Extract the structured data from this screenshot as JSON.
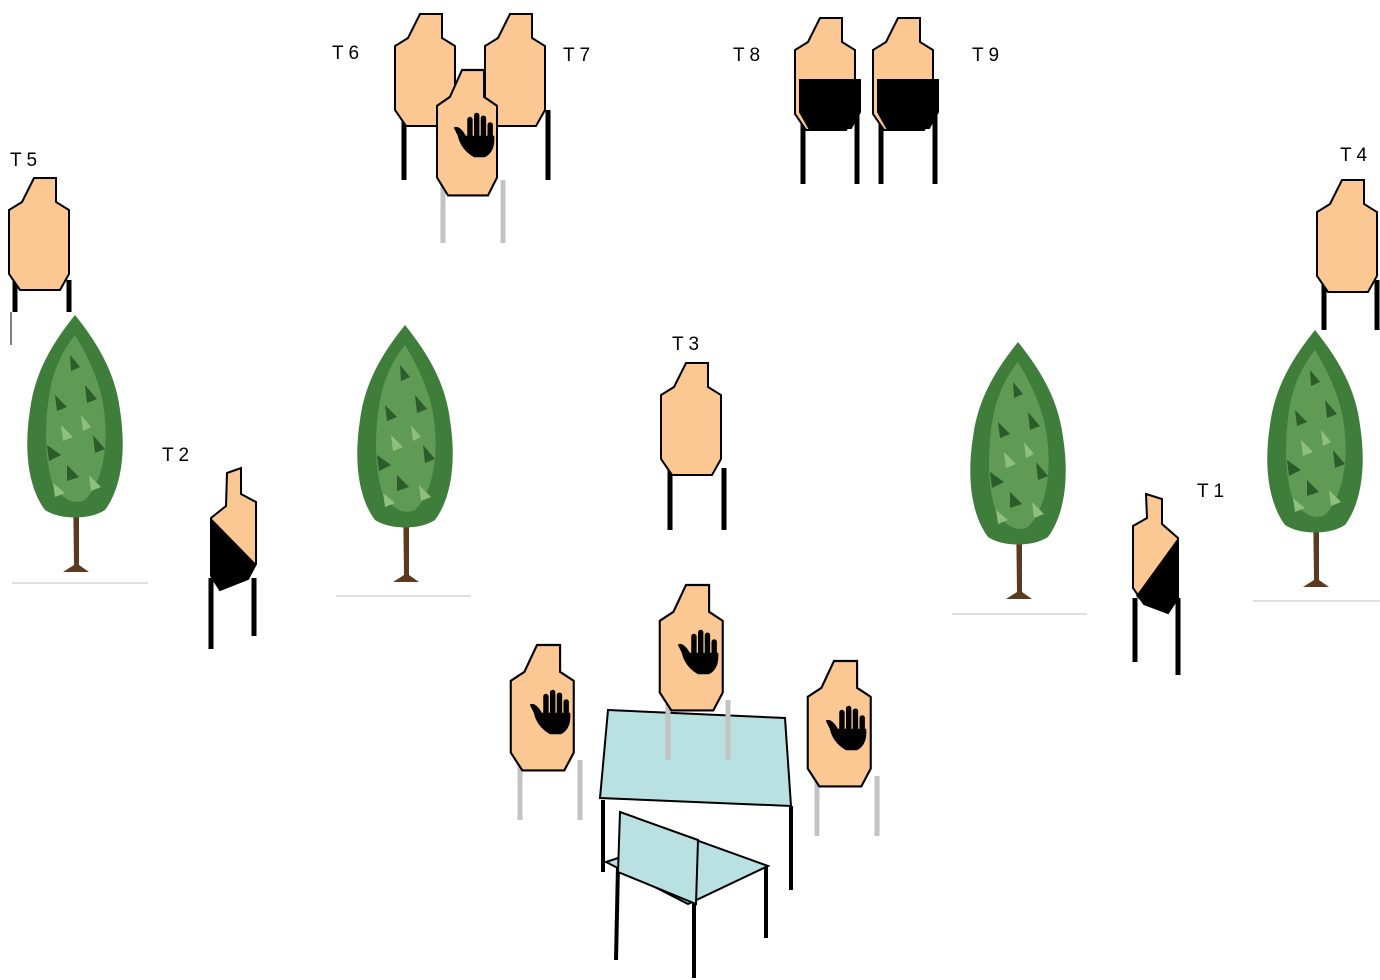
{
  "labels": {
    "t1": "T 1",
    "t2": "T 2",
    "t3": "T 3",
    "t4": "T 4",
    "t5": "T 5",
    "t6": "T 6",
    "t7": "T 7",
    "t8": "T 8",
    "t9": "T 9"
  },
  "colors": {
    "target_fill": "#fbc793",
    "no_shoot_leg": "#c3c3c3",
    "table_fill": "#b9e1e2",
    "tree_foliage": "#3f7d3b",
    "tree_trunk": "#5b3a1f"
  },
  "icons": {
    "no_shoot": "hand-icon",
    "tree": "tree-icon"
  }
}
